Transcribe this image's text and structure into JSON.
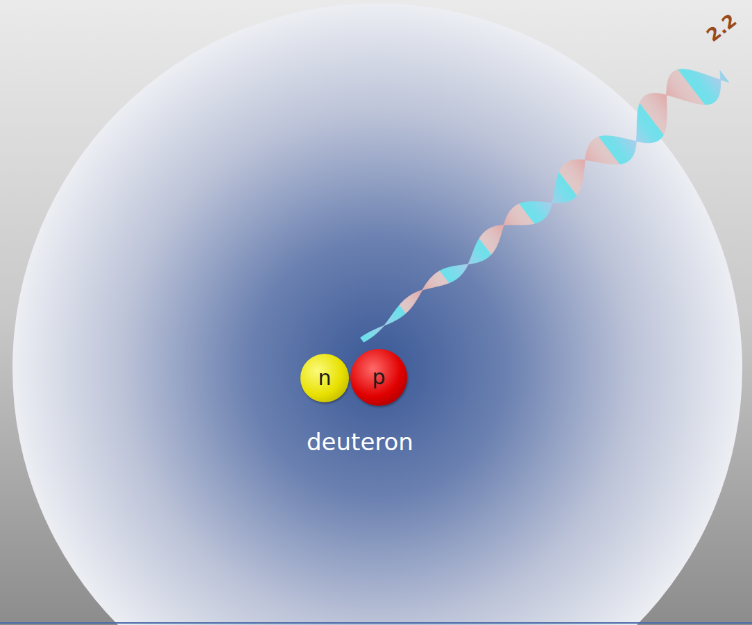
{
  "diagram": {
    "nodes": [
      {
        "text": [
          "n"
        ]
      },
      {
        "text": [
          "p"
        ]
      }
    ],
    "labels": [
      "deuteron",
      "2.2"
    ]
  }
}
